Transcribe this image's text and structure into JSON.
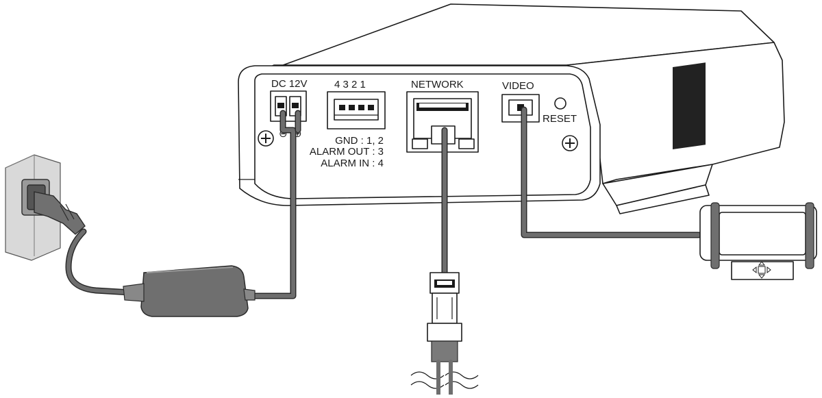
{
  "diagram": {
    "ports": {
      "power": "DC 12V",
      "terminal_numbers": "4 3 2 1",
      "network": "NETWORK",
      "video": "VIDEO",
      "reset": "RESET"
    },
    "terminal_legend": {
      "line1": "GND : 1, 2",
      "line2": "ALARM OUT : 3",
      "line3": "ALARM IN : 4"
    },
    "polarity": {
      "minus": "⊖",
      "plus": "⊕"
    },
    "colors": {
      "cable": "#6e6e6e",
      "outline": "#1a1a1a",
      "wall": "#d9d9d9",
      "adapter": "#6f6f6f"
    }
  }
}
